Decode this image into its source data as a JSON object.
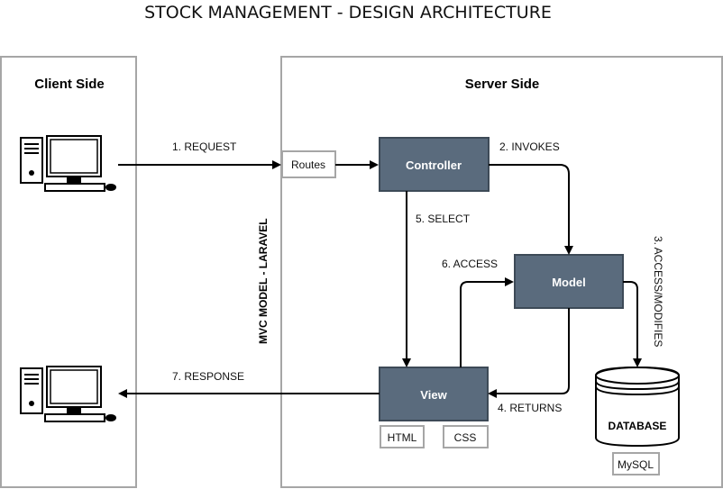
{
  "title": "STOCK MANAGEMENT - DESIGN ARCHITECTURE",
  "panels": {
    "client": "Client Side",
    "server": "Server Side"
  },
  "nodes": {
    "routes": "Routes",
    "controller": "Controller",
    "model": "Model",
    "view": "View",
    "database": "DATABASE",
    "mysql": "MySQL",
    "html": "HTML",
    "css": "CSS"
  },
  "edges": {
    "request": "1. REQUEST",
    "invokes": "2. INVOKES",
    "access_modifies": "3. ACCESS/MODIFIES",
    "returns": "4. RETURNS",
    "select": "5. SELECT",
    "access": "6. ACCESS",
    "response": "7. RESPONSE"
  },
  "mvc_label": "MVC MODEL - LARAVEL",
  "colors": {
    "node_fill": "#5a6b7d",
    "node_stroke": "#3d4a57",
    "panel_stroke": "#a6a6a6",
    "small_box_stroke": "#a6a6a6",
    "arrow": "#000000"
  }
}
